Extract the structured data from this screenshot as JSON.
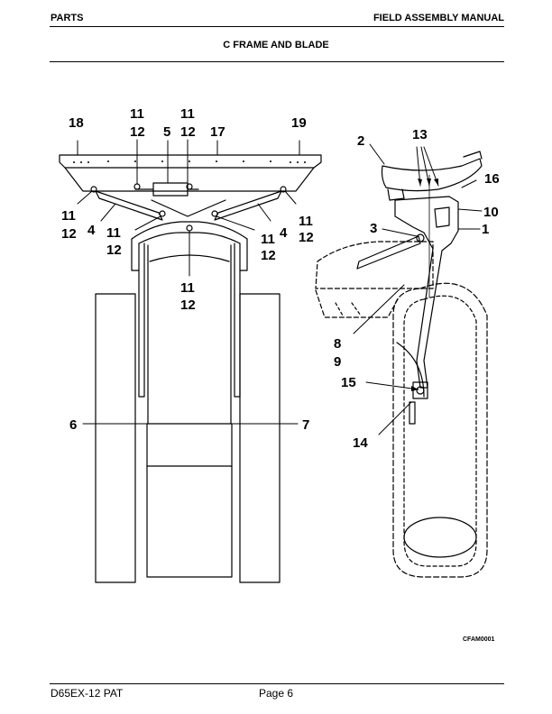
{
  "header": {
    "left": "PARTS",
    "right": "FIELD ASSEMBLY MANUAL"
  },
  "title": "C FRAME AND BLADE",
  "figure_id": "CFAM0001",
  "footer": {
    "model": "D65EX-12 PAT",
    "page": "Page 6"
  },
  "callouts": {
    "c1": "1",
    "c2": "2",
    "c3": "3",
    "c4a": "4",
    "c4b": "4",
    "c5": "5",
    "c6": "6",
    "c7": "7",
    "c8": "8",
    "c9": "9",
    "c10": "10",
    "c11a": "11",
    "c12a": "12",
    "c11b": "11",
    "c12b": "12",
    "c11c": "11",
    "c12c": "12",
    "c11d": "11",
    "c12d": "12",
    "c11e": "11",
    "c12e": "12",
    "c11f": "11",
    "c12f": "12",
    "c11g": "11",
    "c12g": "12",
    "c13": "13",
    "c14": "14",
    "c15": "15",
    "c16": "16",
    "c17": "17",
    "c18": "18",
    "c19": "19"
  }
}
